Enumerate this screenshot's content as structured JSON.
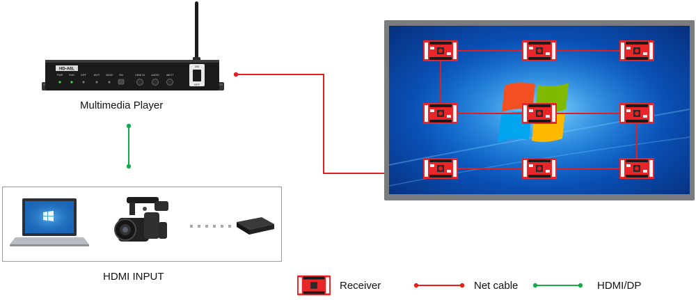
{
  "labels": {
    "player": "Multimedia Player",
    "hdmi_input": "HDMI INPUT"
  },
  "player_panel": {
    "model": "HD-A6L",
    "indicators": [
      "PWR",
      "RUN",
      "DIFF",
      "Wi-Fi",
      "4G/3G",
      "SW",
      "HDMI IN",
      "AUDIO",
      "INEXT"
    ],
    "switch_on": "ON",
    "switch_off": "OFF"
  },
  "legend": {
    "receiver": "Receiver",
    "net_cable": "Net cable",
    "hdmi_dp": "HDMI/DP"
  },
  "colors": {
    "net_cable": "#e41d1d",
    "hdmi_dp": "#17a94b",
    "receiver_board": "#e8262a",
    "panel_border": "#9c9c9c",
    "monitor_bezel": "#7a7c80",
    "screen_blue": "#137fe0"
  },
  "icons": {
    "sources": [
      "laptop-icon",
      "camcorder-icon",
      "set-top-box-icon"
    ],
    "screen": "windows-logo-icon"
  }
}
